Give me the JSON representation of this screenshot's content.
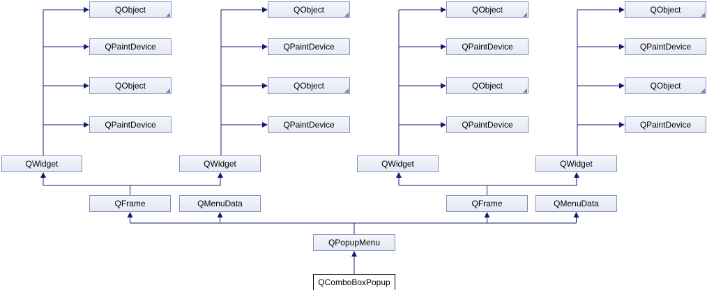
{
  "diagram": {
    "type": "class-inheritance",
    "colors": {
      "edge": "#191970",
      "node_border": "#868fb8",
      "node_fill": "#e8ecf6",
      "current_border": "#000000"
    },
    "nodes": [
      {
        "id": "n1",
        "label": "QObject",
        "truncated": true
      },
      {
        "id": "n2",
        "label": "QPaintDevice",
        "truncated": false
      },
      {
        "id": "n3",
        "label": "QObject",
        "truncated": true
      },
      {
        "id": "n4",
        "label": "QPaintDevice",
        "truncated": false
      },
      {
        "id": "n5",
        "label": "QWidget",
        "truncated": false
      },
      {
        "id": "n6",
        "label": "QObject",
        "truncated": true
      },
      {
        "id": "n7",
        "label": "QPaintDevice",
        "truncated": false
      },
      {
        "id": "n8",
        "label": "QObject",
        "truncated": true
      },
      {
        "id": "n9",
        "label": "QPaintDevice",
        "truncated": false
      },
      {
        "id": "n10",
        "label": "QWidget",
        "truncated": false
      },
      {
        "id": "n11",
        "label": "QObject",
        "truncated": true
      },
      {
        "id": "n12",
        "label": "QPaintDevice",
        "truncated": false
      },
      {
        "id": "n13",
        "label": "QObject",
        "truncated": true
      },
      {
        "id": "n14",
        "label": "QPaintDevice",
        "truncated": false
      },
      {
        "id": "n15",
        "label": "QWidget",
        "truncated": false
      },
      {
        "id": "n16",
        "label": "QObject",
        "truncated": true
      },
      {
        "id": "n17",
        "label": "QPaintDevice",
        "truncated": false
      },
      {
        "id": "n18",
        "label": "QObject",
        "truncated": true
      },
      {
        "id": "n19",
        "label": "QPaintDevice",
        "truncated": false
      },
      {
        "id": "n20",
        "label": "QWidget",
        "truncated": false
      },
      {
        "id": "n21",
        "label": "QFrame",
        "truncated": false
      },
      {
        "id": "n22",
        "label": "QMenuData",
        "truncated": false
      },
      {
        "id": "n23",
        "label": "QFrame",
        "truncated": false
      },
      {
        "id": "n24",
        "label": "QMenuData",
        "truncated": false
      },
      {
        "id": "n25",
        "label": "QPopupMenu",
        "truncated": false
      },
      {
        "id": "n26",
        "label": "QComboBoxPopup",
        "truncated": false,
        "current": true
      }
    ],
    "edges": [
      {
        "from": "n5",
        "to": "n1"
      },
      {
        "from": "n5",
        "to": "n2"
      },
      {
        "from": "n5",
        "to": "n3"
      },
      {
        "from": "n5",
        "to": "n4"
      },
      {
        "from": "n10",
        "to": "n6"
      },
      {
        "from": "n10",
        "to": "n7"
      },
      {
        "from": "n10",
        "to": "n8"
      },
      {
        "from": "n10",
        "to": "n9"
      },
      {
        "from": "n15",
        "to": "n11"
      },
      {
        "from": "n15",
        "to": "n12"
      },
      {
        "from": "n15",
        "to": "n13"
      },
      {
        "from": "n15",
        "to": "n14"
      },
      {
        "from": "n20",
        "to": "n16"
      },
      {
        "from": "n20",
        "to": "n17"
      },
      {
        "from": "n20",
        "to": "n18"
      },
      {
        "from": "n20",
        "to": "n19"
      },
      {
        "from": "n21",
        "to": "n5"
      },
      {
        "from": "n21",
        "to": "n10"
      },
      {
        "from": "n23",
        "to": "n15"
      },
      {
        "from": "n23",
        "to": "n20"
      },
      {
        "from": "n25",
        "to": "n21"
      },
      {
        "from": "n25",
        "to": "n22"
      },
      {
        "from": "n25",
        "to": "n23"
      },
      {
        "from": "n25",
        "to": "n24"
      },
      {
        "from": "n26",
        "to": "n25"
      }
    ]
  }
}
